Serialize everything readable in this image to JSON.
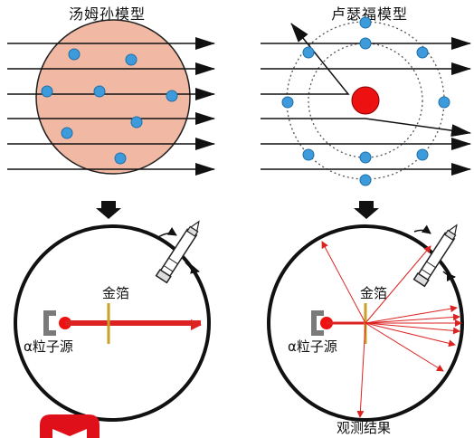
{
  "left_panel": {
    "title": "汤姆孙模型",
    "foil_label": "金箔",
    "source_label": "α粒子源"
  },
  "right_panel": {
    "title": "卢瑟福模型",
    "foil_label": "金箔",
    "source_label": "α粒子源",
    "result_label": "观测结果"
  },
  "colors": {
    "thomson_sphere": "#f1b9a3",
    "electron": "#3d9bdc",
    "nucleus": "#ee1111",
    "foil": "#c9a227",
    "beam": "#dd2222",
    "source_box": "#7a7a7a"
  }
}
